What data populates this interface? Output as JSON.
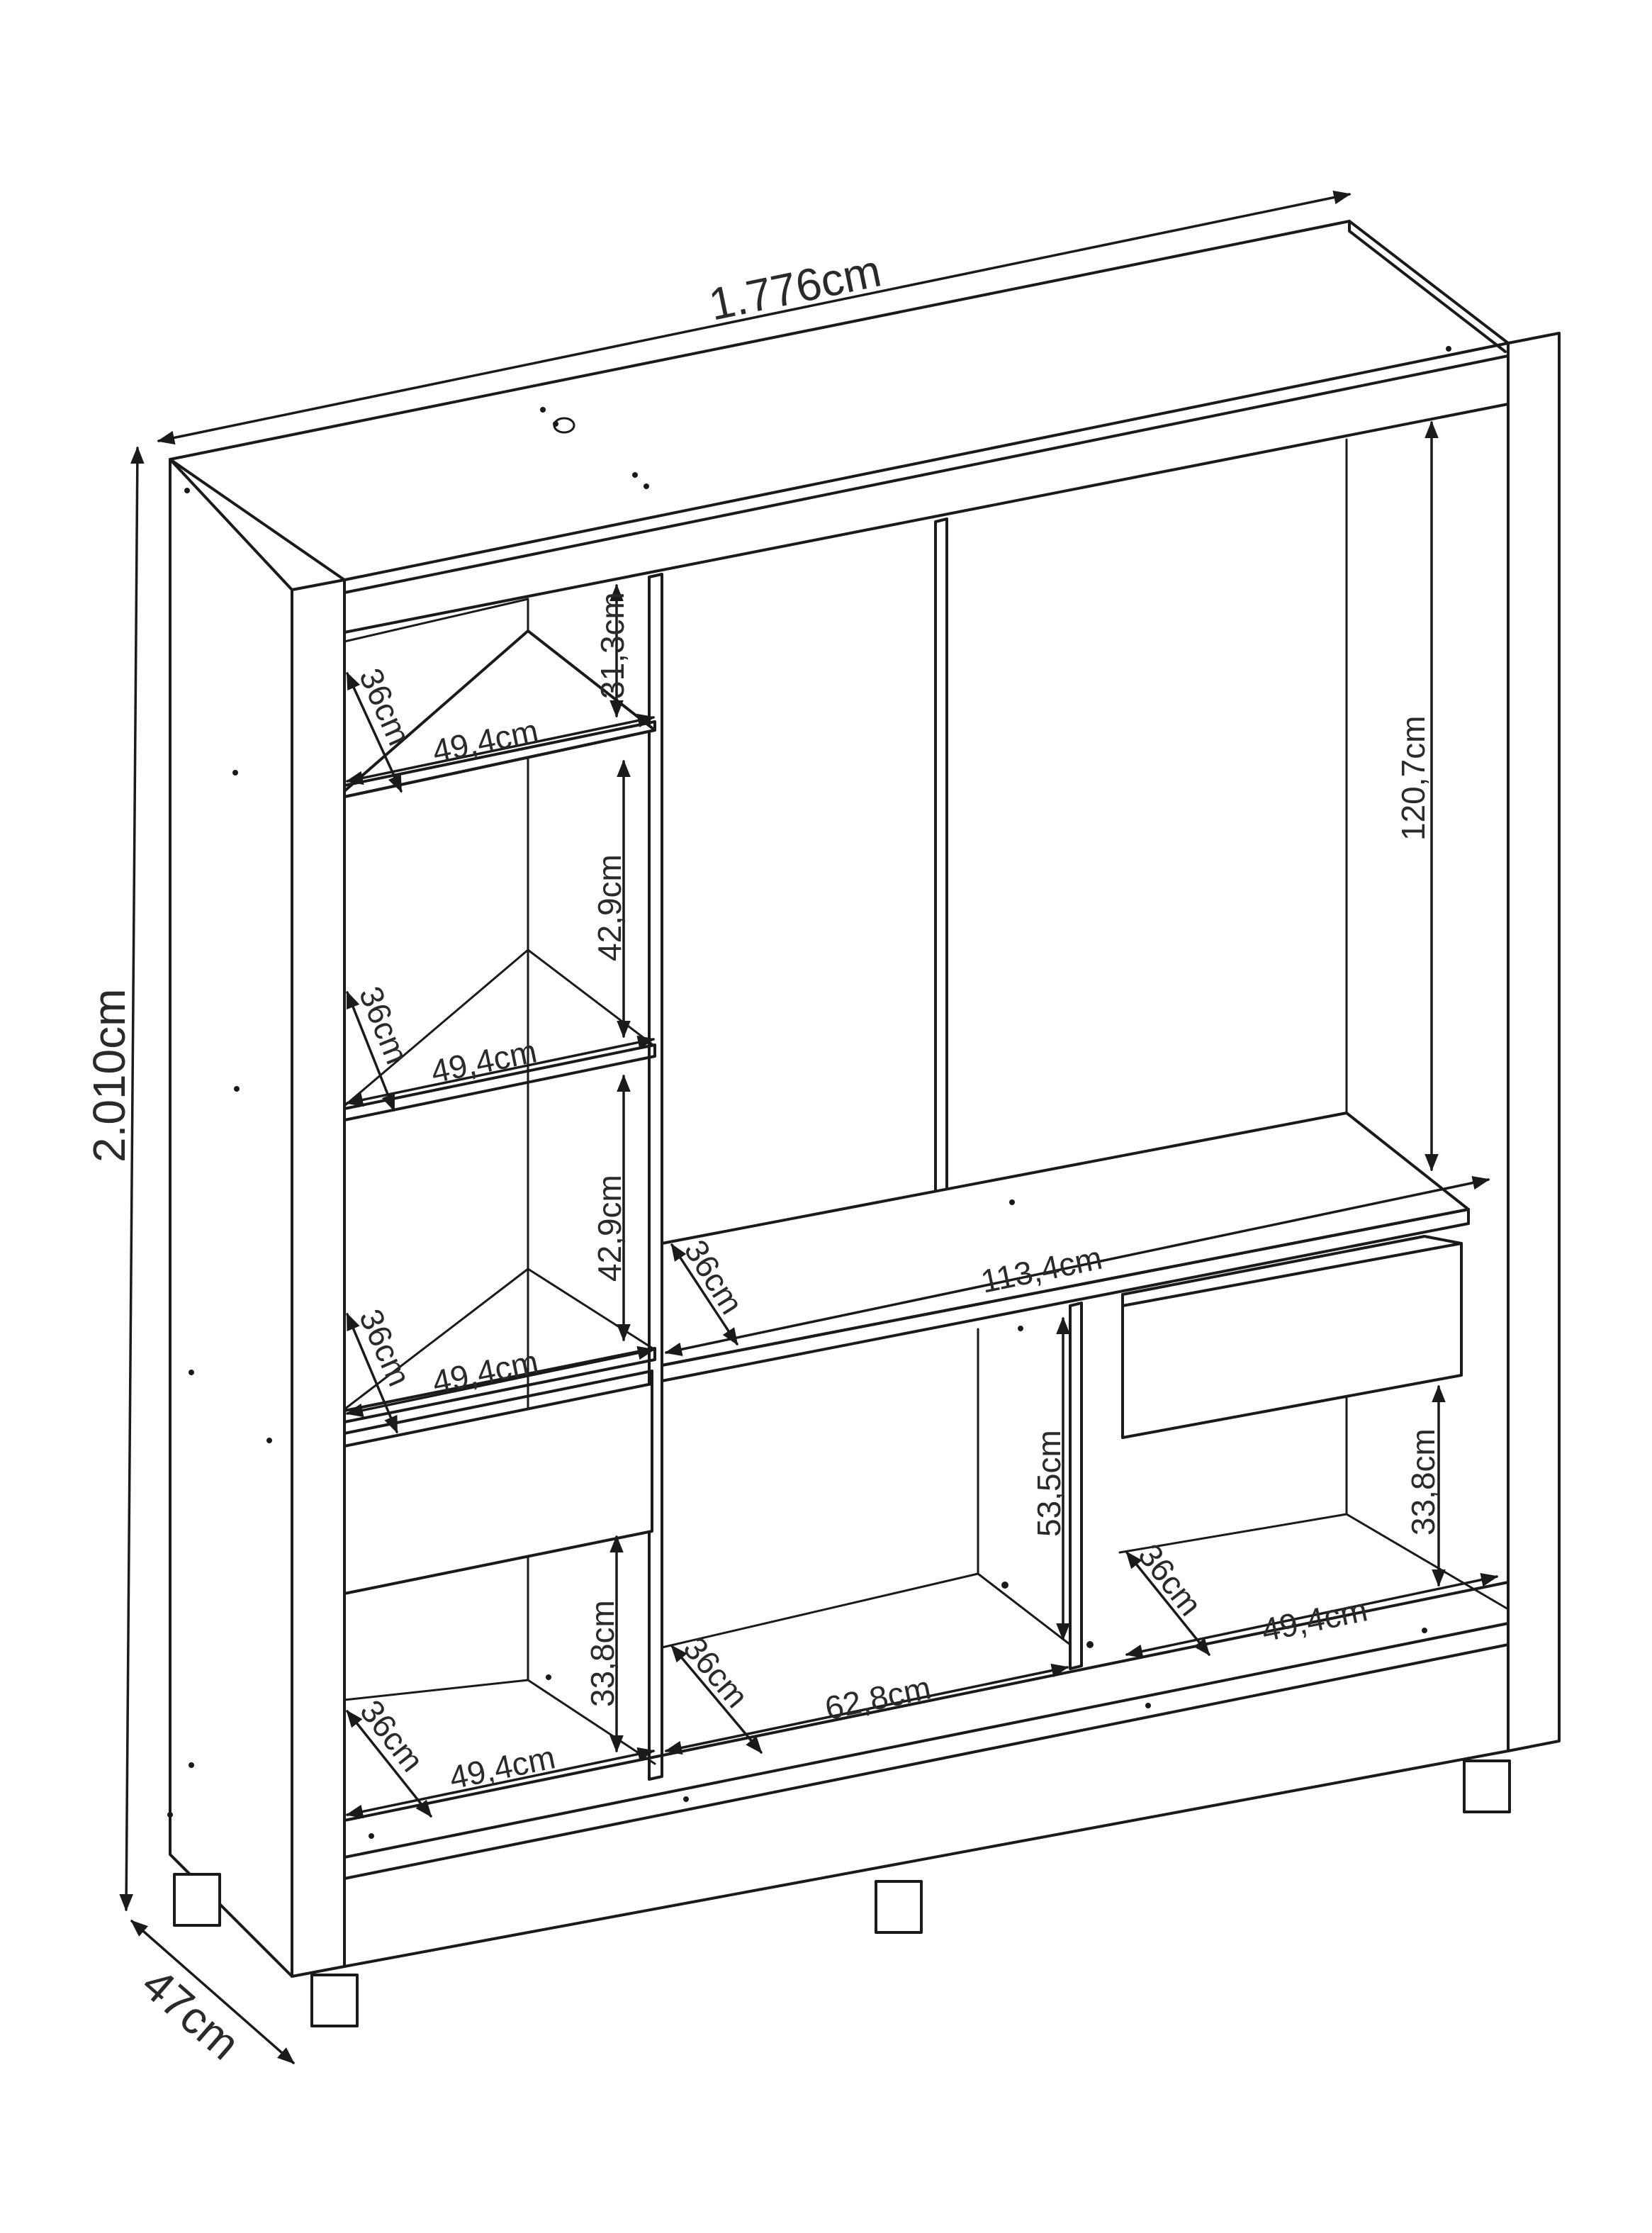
{
  "dimensions": {
    "overall_width": "1.776cm",
    "overall_height": "2.010cm",
    "overall_depth": "47cm",
    "top_niche_height": "31,3cm",
    "mid_niche_1_height": "42,9cm",
    "mid_niche_2_height": "42,9cm",
    "lower_left_height": "33,8cm",
    "hanging_height": "120,7cm",
    "center_bottom_height": "53,5cm",
    "lower_right_height": "33,8cm",
    "shelf_depth": "36cm",
    "left_shelf_width": "49,4cm",
    "wide_shelf_width": "113,4cm",
    "center_bottom_width": "62,8cm",
    "right_bottom_width": "49,4cm"
  }
}
